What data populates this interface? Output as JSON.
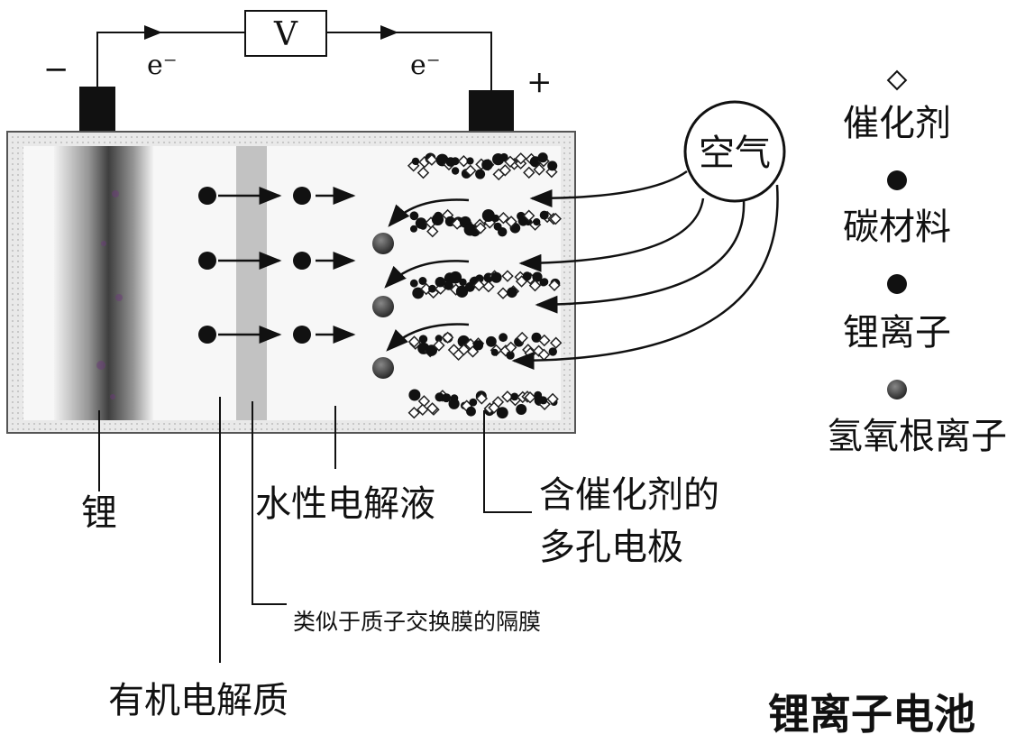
{
  "terminals": {
    "negative_sign": "−",
    "positive_sign": "+",
    "electron_left": "e⁻",
    "electron_right": "e⁻",
    "voltmeter": "V"
  },
  "air_label": "空气",
  "labels": {
    "lithium": "锂",
    "aqueous_electrolyte": "水性电解液",
    "porous_electrode_line1": "含催化剂的",
    "porous_electrode_line2": "多孔电极",
    "membrane": "类似于质子交换膜的隔膜",
    "organic_electrolyte": "有机电解质"
  },
  "legend": [
    {
      "label": "催化剂",
      "symbol": "open-diamond"
    },
    {
      "label": "碳材料",
      "symbol": "black-dot"
    },
    {
      "label": "锂离子",
      "symbol": "black-dot"
    },
    {
      "label": "氢氧根离子",
      "symbol": "gray-dot"
    }
  ],
  "title": "锂离子电池"
}
